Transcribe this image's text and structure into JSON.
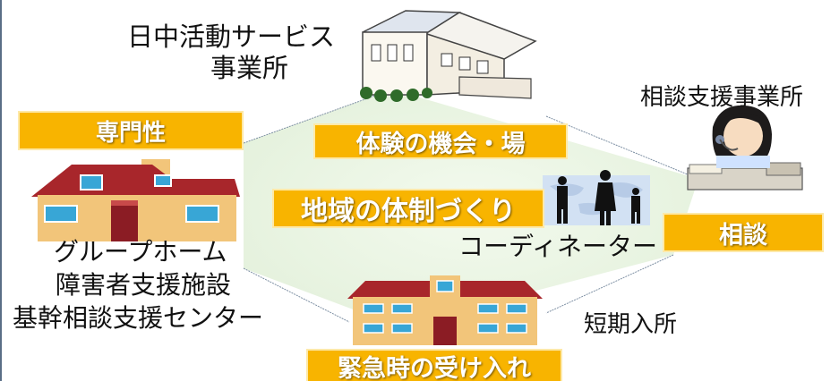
{
  "labels": {
    "day_service": [
      "日中活動サービス",
      "事業所"
    ],
    "consult_office": "相談支援事業所",
    "group_home": "グループホーム",
    "facility": "障害者支援施設",
    "center": "基幹相談支援センター",
    "coordinator": "コーディネーター",
    "short_stay": "短期入所"
  },
  "banners": {
    "specialty": "専門性",
    "experience": "体験の機会・場",
    "community": "地域の体制づくり",
    "consult": "相談",
    "emergency": "緊急時の受け入れ"
  },
  "icons": [
    "two-story-house-icon",
    "large-home-icon",
    "operator-woman-icon",
    "business-people-icon",
    "facility-building-icon"
  ],
  "colors": {
    "banner": "#f8b400",
    "hex_fill": "#eef7e6",
    "hex_line": "#7d8fa3"
  }
}
